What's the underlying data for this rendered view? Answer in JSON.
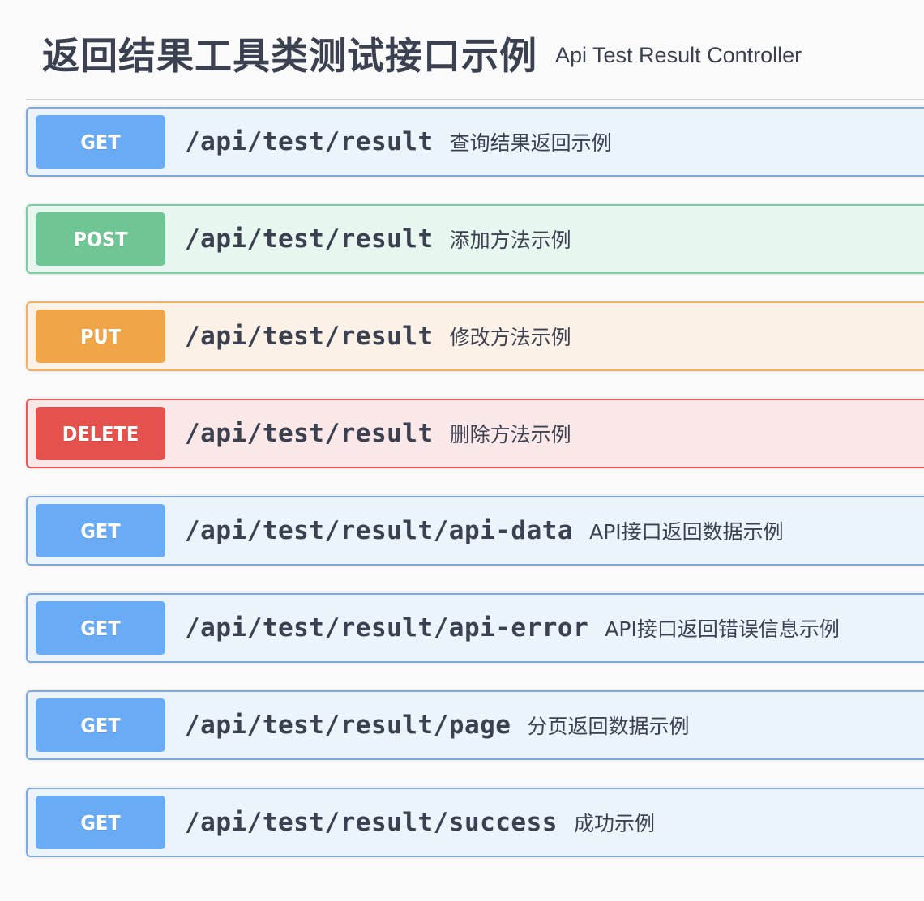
{
  "header": {
    "title": "返回结果工具类测试接口示例",
    "subtitle": "Api Test Result Controller"
  },
  "operations": [
    {
      "method": "GET",
      "path": "/api/test/result",
      "summary": "查询结果返回示例"
    },
    {
      "method": "POST",
      "path": "/api/test/result",
      "summary": "添加方法示例"
    },
    {
      "method": "PUT",
      "path": "/api/test/result",
      "summary": "修改方法示例"
    },
    {
      "method": "DELETE",
      "path": "/api/test/result",
      "summary": "删除方法示例"
    },
    {
      "method": "GET",
      "path": "/api/test/result/api-data",
      "summary": "API接口返回数据示例"
    },
    {
      "method": "GET",
      "path": "/api/test/result/api-error",
      "summary": "API接口返回错误信息示例"
    },
    {
      "method": "GET",
      "path": "/api/test/result/page",
      "summary": "分页返回数据示例"
    },
    {
      "method": "GET",
      "path": "/api/test/result/success",
      "summary": "成功示例"
    }
  ],
  "colors": {
    "get": "#6aabf5",
    "post": "#6fc593",
    "put": "#f0a548",
    "delete": "#e5514c",
    "get_bg": "#ebf3fb",
    "post_bg": "#e8f6f0",
    "put_bg": "#fbf1e6",
    "delete_bg": "#fae7e7"
  }
}
